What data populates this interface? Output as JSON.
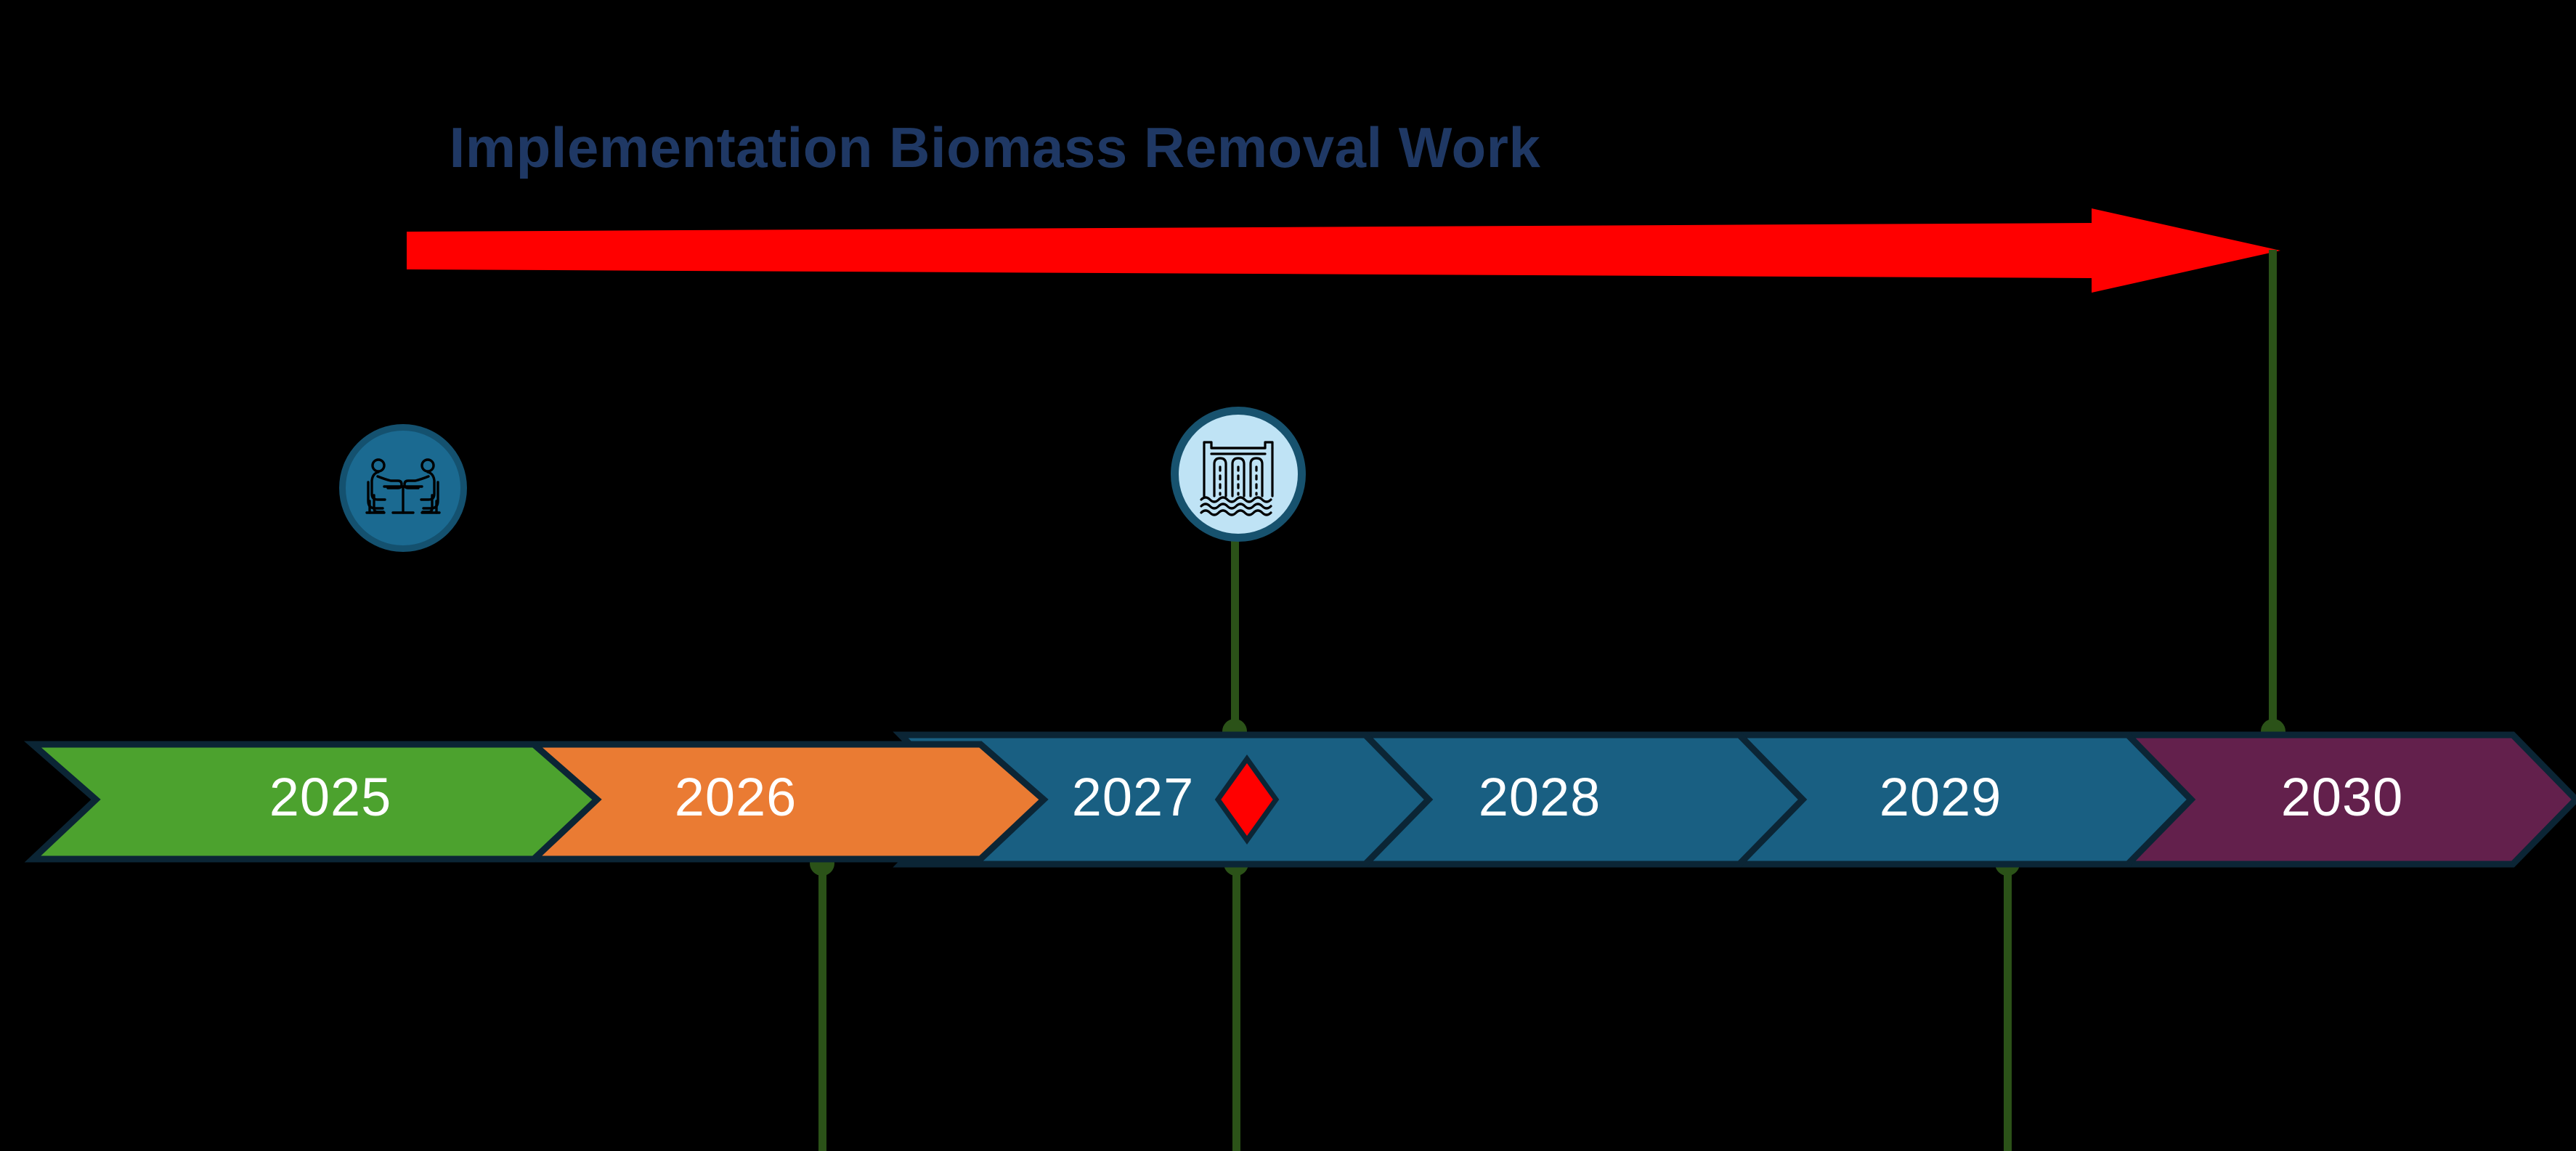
{
  "title": {
    "text": "Implementation Biomass Removal Work",
    "color": "#1F3864"
  },
  "arrow": {
    "name": "implementation-span-arrow",
    "color": "#FF0000",
    "direction": "right",
    "start_year": "2025",
    "end_year": "2030"
  },
  "timeline": {
    "border_color": "#0B2535",
    "segments": [
      {
        "label": "2025",
        "color": "#4CA22E",
        "text_color": "#FFFFFF"
      },
      {
        "label": "2026",
        "color": "#EA7B33",
        "text_color": "#FFFFFF"
      },
      {
        "label": "2027",
        "color": "#195F82",
        "text_color": "#FFFFFF"
      },
      {
        "label": "2028",
        "color": "#195F82",
        "text_color": "#FFFFFF"
      },
      {
        "label": "2029",
        "color": "#195F82",
        "text_color": "#FFFFFF"
      },
      {
        "label": "2030",
        "color": "#63204C",
        "text_color": "#FFFFFF"
      }
    ]
  },
  "markers": {
    "milestone_diamond": {
      "name": "milestone-diamond-2027",
      "color": "#FF0000",
      "at_year": "2027"
    },
    "connector_color": "#2B5218"
  },
  "icons": [
    {
      "name": "meeting-icon",
      "glyph": "two-people-at-table",
      "circle_fill": "#1B6A91",
      "circle_border": "#14516F",
      "at_year": "2025"
    },
    {
      "name": "dam-icon",
      "glyph": "hydroelectric-dam-water",
      "circle_fill": "#BFE3F5",
      "circle_border": "#17526E",
      "at_year": "2027"
    }
  ]
}
